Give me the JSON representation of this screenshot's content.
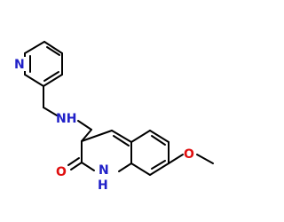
{
  "diagram": {
    "type": "chemical-structure",
    "colors": {
      "carbon_bond": "#000000",
      "nitrogen": "#2020c8",
      "oxygen": "#e01010"
    },
    "atom_labels": {
      "pyridine_n": "N",
      "amine_nh": "NH",
      "carbonyl_o": "O",
      "ring_nh": "N",
      "ring_nh_h": "H",
      "methoxy_o": "O"
    }
  }
}
